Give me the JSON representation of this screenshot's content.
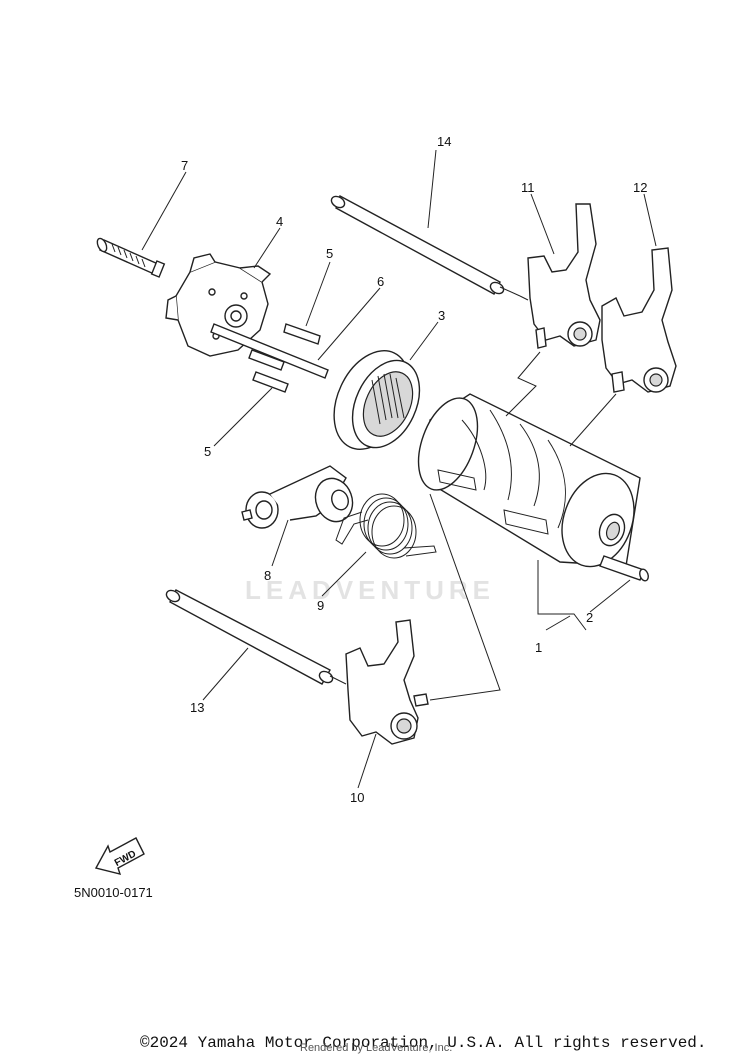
{
  "diagram": {
    "callouts": [
      "1",
      "2",
      "3",
      "4",
      "5",
      "5",
      "6",
      "7",
      "8",
      "9",
      "10",
      "11",
      "12",
      "13",
      "14"
    ],
    "diagram_code": "5N0010-0171",
    "fwd_label": "FWD",
    "watermark": "LEADVENTURE"
  },
  "footer": {
    "copyright": "©2024 Yamaha Motor Corporation, U.S.A. All rights reserved.",
    "rendered_by": "Rendered by LeadVenture, Inc."
  }
}
